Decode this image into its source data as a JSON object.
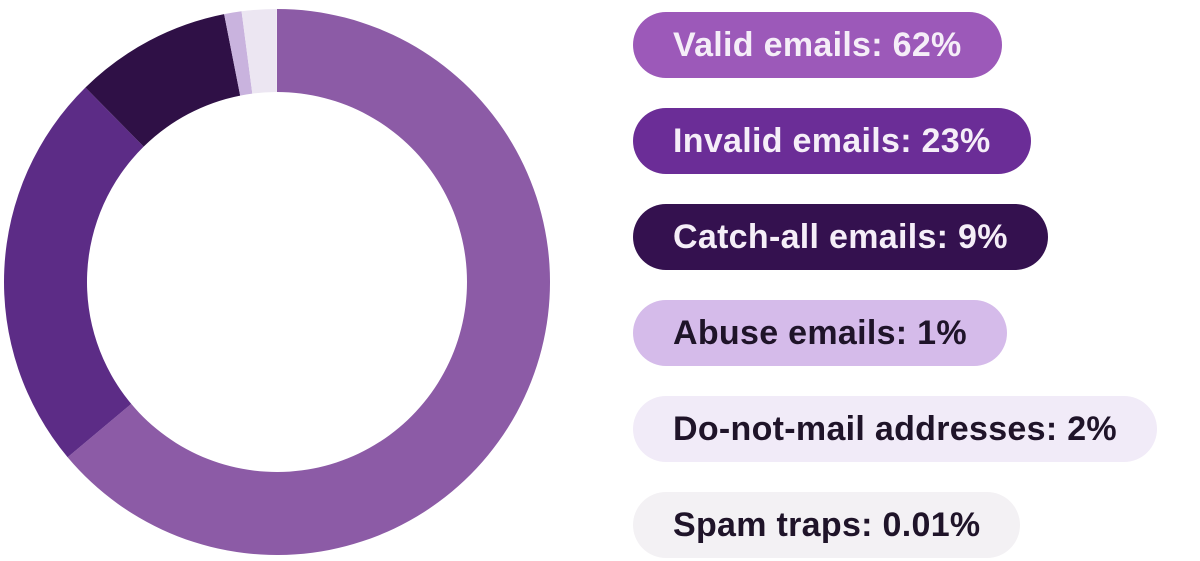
{
  "background_color": "#FFFFFF",
  "chart_data": {
    "type": "pie",
    "subtype": "donut",
    "direction": "clockwise",
    "start_angle_deg": 0,
    "inner_radius_ratio": 0.7,
    "legend_position": "right",
    "categories": [
      "Valid emails",
      "Invalid emails",
      "Catch-all emails",
      "Abuse emails",
      "Do-not-mail addresses",
      "Spam traps"
    ],
    "values": [
      62,
      23,
      9,
      1,
      2,
      0.01
    ],
    "segments": [
      {
        "label": "Valid emails",
        "value_pct": 62,
        "badge_label": "Valid emails: 62%",
        "slice_color": "#8C5BA6",
        "badge_color": "#9C59B9",
        "badge_text_color": "#F5EEF8"
      },
      {
        "label": "Invalid emails",
        "value_pct": 23,
        "badge_label": "Invalid emails: 23%",
        "slice_color": "#5C2C86",
        "badge_color": "#6B2D97",
        "badge_text_color": "#F5EEF8"
      },
      {
        "label": "Catch-all emails",
        "value_pct": 9,
        "badge_label": "Catch-all emails: 9%",
        "slice_color": "#2F1046",
        "badge_color": "#34114F",
        "badge_text_color": "#F5EEF8"
      },
      {
        "label": "Abuse emails",
        "value_pct": 1,
        "badge_label": "Abuse emails: 1%",
        "slice_color": "#C9B3DE",
        "badge_color": "#D5BBEA",
        "badge_text_color": "#1F1429"
      },
      {
        "label": "Do-not-mail addresses",
        "value_pct": 2,
        "badge_label": "Do-not-mail addresses: 2%",
        "slice_color": "#ECE6F2",
        "badge_color": "#F1EBF8",
        "badge_text_color": "#1F1429"
      },
      {
        "label": "Spam traps",
        "value_pct": 0.01,
        "badge_label": "Spam traps: 0.01%",
        "slice_color": "#F4F1F4",
        "badge_color": "#F3F1F4",
        "badge_text_color": "#1F1429"
      }
    ]
  }
}
